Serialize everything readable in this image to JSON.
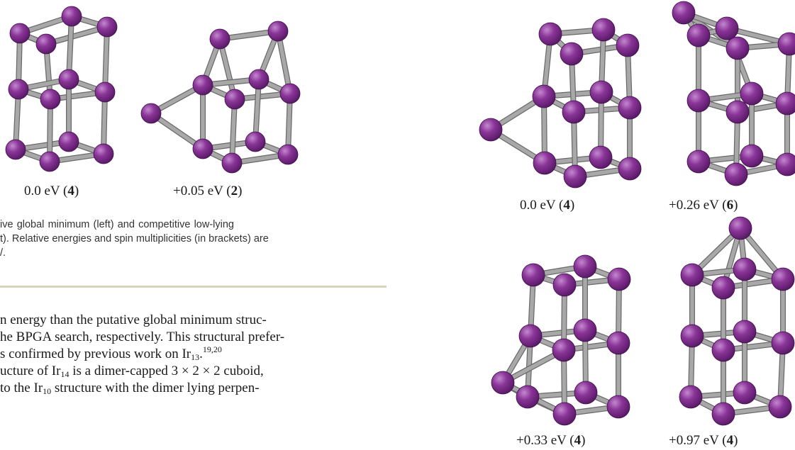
{
  "figure_left": {
    "labels": [
      {
        "energy": "0.0 eV (",
        "mult": "4",
        "close": ")"
      },
      {
        "energy": "+0.05 eV (",
        "mult": "2",
        "close": ")"
      }
    ],
    "caption": {
      "line1": "ive global minimum (left) and competitive low-lying",
      "line2": "t). Relative energies and spin multiplicities (in brackets) are",
      "line3": "/."
    }
  },
  "figure_right": {
    "labels": [
      {
        "energy": "0.0 eV (",
        "mult": "4",
        "close": ")"
      },
      {
        "energy": "+0.26 eV (",
        "mult": "6",
        "close": ")"
      },
      {
        "energy": "+0.33 eV (",
        "mult": "4",
        "close": ")"
      },
      {
        "energy": "+0.97 eV (",
        "mult": "4",
        "close": ")"
      }
    ]
  },
  "body": {
    "line1": "n energy than the putative global minimum struc-",
    "line2": "he BPGA search, respectively. This structural prefer-",
    "line3_pre": "s confirmed by previous work on Ir",
    "line3_sub": "13",
    "line3_post": ".",
    "line3_sup": "19,20",
    "line4_pre": "ucture of Ir",
    "line4_sub": "14",
    "line4_post": " is a dimer-capped 3 × 2 × 2 cuboid,",
    "line5_pre": "to the Ir",
    "line5_sub": "10",
    "line5_post": " structure with the dimer lying perpen-"
  },
  "colors": {
    "atom": "#7a2a8a",
    "atom_highlight": "#c488cf",
    "bond": "#a8a8a8",
    "bond_edge": "#6a6a6a",
    "rule": "#d8d6b8"
  }
}
